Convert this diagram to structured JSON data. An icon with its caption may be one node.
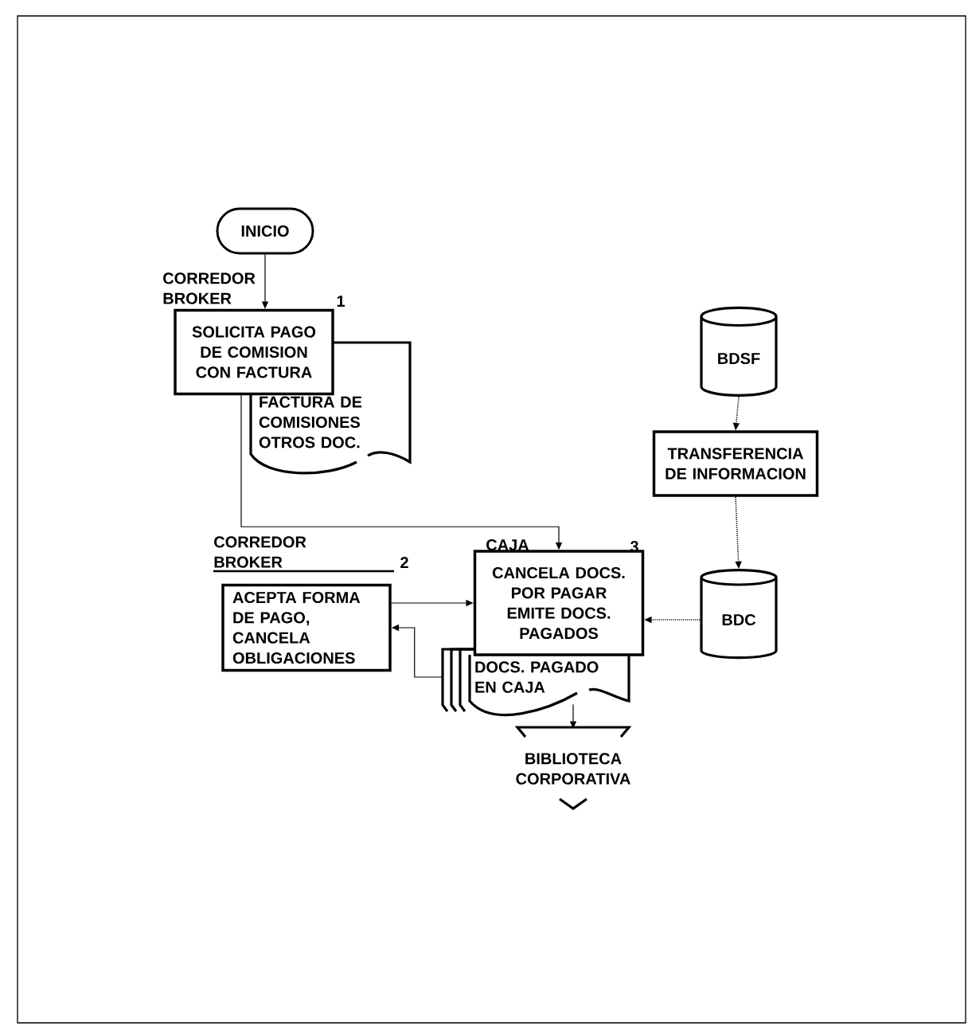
{
  "diagram": {
    "nodes": [
      {
        "text": [
          "INICIO"
        ]
      },
      {
        "text": [
          "CORREDOR BROKER",
          "SOLICITA PAGO DE COMISION CON FACTURA"
        ],
        "beside": [
          "1"
        ]
      },
      {
        "text": [
          "FACTURA DE COMISIONES OTROS DOC."
        ]
      },
      {
        "text": [
          "CORREDOR BROKER",
          "ACEPTA FORMA DE PAGO, CANCELA OBLIGACIONES"
        ],
        "beside": [
          "2"
        ]
      },
      {
        "text": [
          "CAJA",
          "CANCELA DOCS. POR PAGAR EMITE DOCS. PAGADOS"
        ],
        "beside": [
          "3"
        ]
      },
      {
        "text": [
          "DOCS. PAGADO EN CAJA"
        ]
      },
      {
        "text": [
          "BIBLIOTECA CORPORATIVA"
        ]
      },
      {
        "text": [
          "BDSF"
        ]
      },
      {
        "text": [
          "TRANSFERENCIA DE INFORMACION"
        ]
      },
      {
        "text": [
          "BDC"
        ]
      }
    ],
    "edges": [
      {
        "from": 0,
        "to": 1,
        "arrow": "to"
      },
      {
        "from": 1,
        "to": 4,
        "arrow": "to"
      },
      {
        "from": 3,
        "to": 4,
        "arrow": "to"
      },
      {
        "from": 5,
        "to": 3,
        "arrow": "to"
      },
      {
        "from": 5,
        "to": 6,
        "arrow": "to"
      },
      {
        "from": 7,
        "to": 8,
        "arrow": "to",
        "style": "dashed"
      },
      {
        "from": 8,
        "to": 9,
        "arrow": "to",
        "style": "dashed"
      },
      {
        "from": 9,
        "to": 4,
        "arrow": "to",
        "style": "dashed"
      }
    ]
  }
}
